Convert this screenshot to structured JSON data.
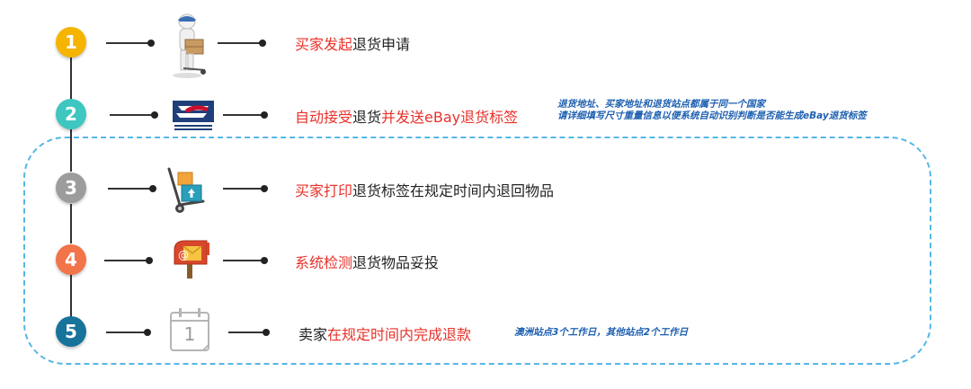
{
  "colors": {
    "step1": "#f5b400",
    "step2": "#3ec6c0",
    "step3": "#9c9c9c",
    "step4": "#f27449",
    "step5": "#17739a",
    "highlight": "#e8312a",
    "note": "#1d5fb0",
    "dashed_border": "#55b7e6"
  },
  "steps": [
    {
      "number": "1",
      "icon": "delivery-man-icon",
      "text": [
        {
          "t": "买家发起",
          "red": true
        },
        {
          "t": "退货申请",
          "red": false
        }
      ]
    },
    {
      "number": "2",
      "icon": "usps-logo-icon",
      "text": [
        {
          "t": "自动接受",
          "red": true
        },
        {
          "t": "退货",
          "red": false
        },
        {
          "t": "并发送eBay退货标签",
          "red": true
        }
      ],
      "note": [
        "退货地址、买家地址和退货站点都属于同一个国家",
        "请详细填写尺寸重量信息以便系统自动识别判断是否能生成eBay退货标签"
      ]
    },
    {
      "number": "3",
      "icon": "hand-truck-icon",
      "text": [
        {
          "t": "买家打印",
          "red": true
        },
        {
          "t": "退货标签在规定时间内退回物品",
          "red": false
        }
      ]
    },
    {
      "number": "4",
      "icon": "mailbox-icon",
      "text": [
        {
          "t": "系统检测",
          "red": true
        },
        {
          "t": "退货物品妥投",
          "red": false
        }
      ]
    },
    {
      "number": "5",
      "icon": "calendar-icon",
      "calendar_day": "1",
      "text": [
        {
          "t": "卖家",
          "red": false
        },
        {
          "t": "在规定时间内完成退款",
          "red": true
        }
      ],
      "note": [
        "澳洲站点3个工作日，其他站点2个工作日"
      ]
    }
  ]
}
